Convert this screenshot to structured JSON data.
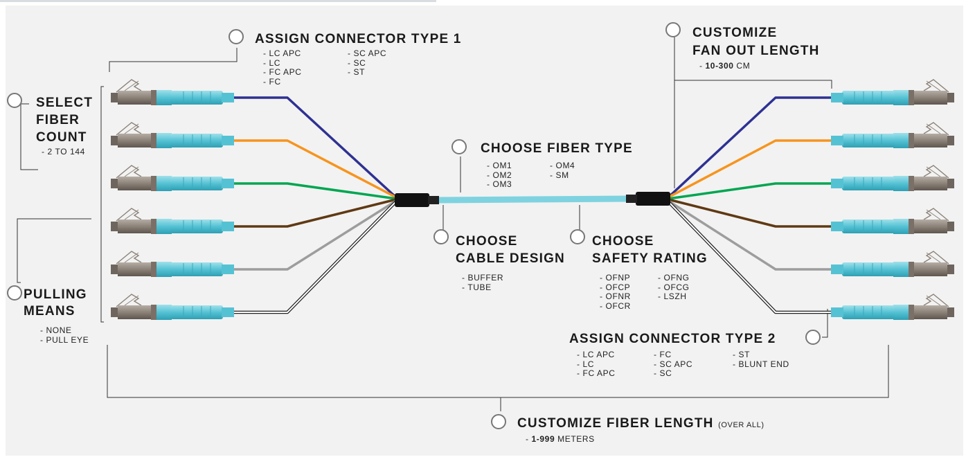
{
  "colors": {
    "fiber_1": "#2e3192",
    "fiber_2": "#f7941d",
    "fiber_3": "#00a651",
    "fiber_4": "#603913",
    "fiber_5": "#9d9d9d",
    "fiber_6": "#ffffff",
    "trunk": "#7fd3e0",
    "boot": "#55c2d4",
    "housing": "#8c8278",
    "leader": "#333333"
  },
  "labels": {
    "connector_type_1": {
      "title": "ASSIGN CONNECTOR TYPE 1",
      "options_col1": [
        "- LC APC",
        "- LC",
        "- FC APC",
        "- FC"
      ],
      "options_col2": [
        "- SC APC",
        "- SC",
        "- ST"
      ]
    },
    "fiber_count": {
      "title_line1": "SELECT",
      "title_line2": "FIBER",
      "title_line3": "COUNT",
      "range": "- 2 TO 144"
    },
    "pulling_means": {
      "title_line1": "PULLING",
      "title_line2": "MEANS",
      "options": [
        "- NONE",
        "- PULL EYE"
      ]
    },
    "fiber_type": {
      "title": "CHOOSE FIBER TYPE",
      "options_col1": [
        "- OM1",
        "- OM2",
        "- OM3"
      ],
      "options_col2": [
        "- OM4",
        "- SM"
      ]
    },
    "cable_design": {
      "title_line1": "CHOOSE",
      "title_line2": "CABLE DESIGN",
      "options": [
        "- BUFFER",
        "- TUBE"
      ]
    },
    "safety_rating": {
      "title_line1": "CHOOSE",
      "title_line2": "SAFETY RATING",
      "options_col1": [
        "- OFNP",
        "- OFCP",
        "- OFNR",
        "- OFCR"
      ],
      "options_col2": [
        "- OFNG",
        "- OFCG",
        "- LSZH"
      ]
    },
    "fan_out_length": {
      "title_line1": "CUSTOMIZE",
      "title_line2": "FAN OUT LENGTH",
      "range_prefix": "- ",
      "range_value": "10-300",
      "range_unit": " CM"
    },
    "connector_type_2": {
      "title": "ASSIGN CONNECTOR TYPE 2",
      "options_col1": [
        "- LC APC",
        "- LC",
        "- FC APC"
      ],
      "options_col2": [
        "- FC",
        "- SC APC",
        "- SC"
      ],
      "options_col3": [
        "- ST",
        "- BLUNT END"
      ]
    },
    "fiber_length": {
      "title": "CUSTOMIZE FIBER LENGTH",
      "note": "(OVER ALL)",
      "range_prefix": "- ",
      "range_value": "1-999",
      "range_unit": " METERS"
    }
  }
}
